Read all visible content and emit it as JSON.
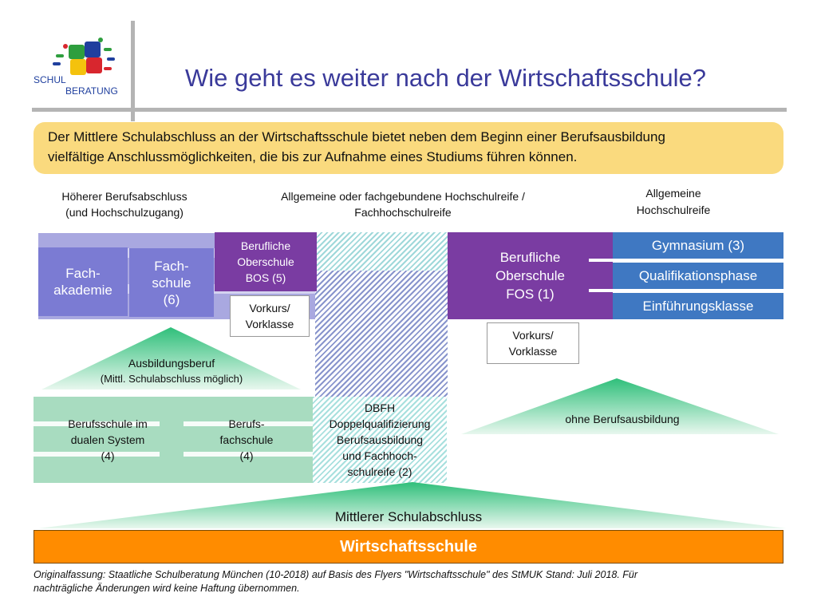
{
  "logo": {
    "line1": "SCHUL",
    "line2": "BERATUNG"
  },
  "title": "Wie geht es weiter nach der Wirtschaftsschule?",
  "intro": {
    "line1": "Der Mittlere Schulabschluss an der Wirtschaftsschule bietet neben dem Beginn einer Berufsausbildung",
    "line2": "vielfältige Anschlussmöglichkeiten, die bis zur Aufnahme eines Studiums führen können."
  },
  "headers": {
    "col1": {
      "line1": "Höherer Berufsabschluss",
      "line2": "(und Hochschulzugang)"
    },
    "col2": {
      "line1": "Allgemeine oder fachgebundene Hochschulreife /",
      "line2": "Fachhochschulreife"
    },
    "col3": {
      "line1": "Allgemeine",
      "line2": "Hochschulreife"
    }
  },
  "boxes": {
    "fachakademie": {
      "line1": "Fach-",
      "line2": "akademie"
    },
    "fachschule": {
      "line1": "Fach-",
      "line2": "schule",
      "line3": "(6)"
    },
    "bos": {
      "line1": "Berufliche",
      "line2": "Oberschule",
      "line3": "BOS (5)"
    },
    "vorkurs_bos": {
      "line1": "Vorkurs/",
      "line2": "Vorklasse"
    },
    "fos": {
      "line1": "Berufliche",
      "line2": "Oberschule",
      "line3": "FOS (1)"
    },
    "vorkurs_fos": {
      "line1": "Vorkurs/",
      "line2": "Vorklasse"
    },
    "gymnasium": "Gymnasium (3)",
    "qualifikationsphase": "Qualifikationsphase",
    "einfuehrungsklasse": "Einführungsklasse",
    "ausbildungsberuf": {
      "line1": "Ausbildungsberuf",
      "line2": "(Mittl. Schulabschluss möglich)"
    },
    "ohne_berufsausbildung": "ohne Berufsausbildung",
    "berufsschule": {
      "line1": "Berufsschule im",
      "line2": "dualen System",
      "line3": "(4)"
    },
    "berufsfachschule": {
      "line1": "Berufs-",
      "line2": "fachschule",
      "line3": "(4)"
    },
    "dbfh": {
      "line1": "DBFH",
      "line2": "Doppelqualifizierung",
      "line3": "Berufsausbildung",
      "line4": "und Fachhoch-",
      "line5": "schulreife (2)"
    },
    "mittlerer_schulabschluss": "Mittlerer Schulabschluss",
    "wirtschaftsschule": "Wirtschaftsschule"
  },
  "footer": {
    "line1": "Originalfassung: Staatliche Schulberatung München (10-2018) auf Basis des Flyers \"Wirtschaftsschule\" des StMUK Stand: Juli 2018. Für",
    "line2": "nachträgliche Änderungen wird keine Haftung übernommen."
  },
  "colors": {
    "title": "#3a3a9a",
    "intro_bg": "#fada7e",
    "purple": "#7a3ca2",
    "lilac": "#7b7bd3",
    "blue": "#3f78c2",
    "green": "#a8dcc0",
    "orange": "#ff8c00"
  }
}
